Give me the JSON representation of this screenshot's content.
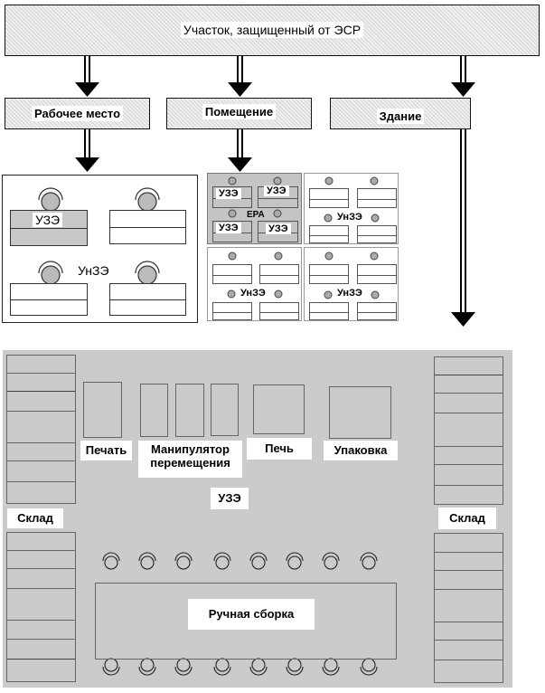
{
  "hierarchy": {
    "root": {
      "label": "Участок, защищенный от ЭСР"
    },
    "levels": [
      {
        "label": "Рабочее место"
      },
      {
        "label": "Помещение"
      },
      {
        "label": "Здание"
      }
    ]
  },
  "workplace": {
    "protected_desk_label": "УЗЭ",
    "unprotected_area_label": "УнЗЭ"
  },
  "room": {
    "epa_label": "ЕРА",
    "protected_desk_label": "УЗЭ",
    "unprotected_area_label": "УнЗЭ"
  },
  "building": {
    "left_storage": "Склад",
    "right_storage": "Склад",
    "print": "Печать",
    "manipulator_line1": "Манипулятор",
    "manipulator_line2": "перемещения",
    "oven": "Печь",
    "packing": "Упаковка",
    "protected_zone": "УЗЭ",
    "manual_assembly": "Ручная сборка"
  }
}
